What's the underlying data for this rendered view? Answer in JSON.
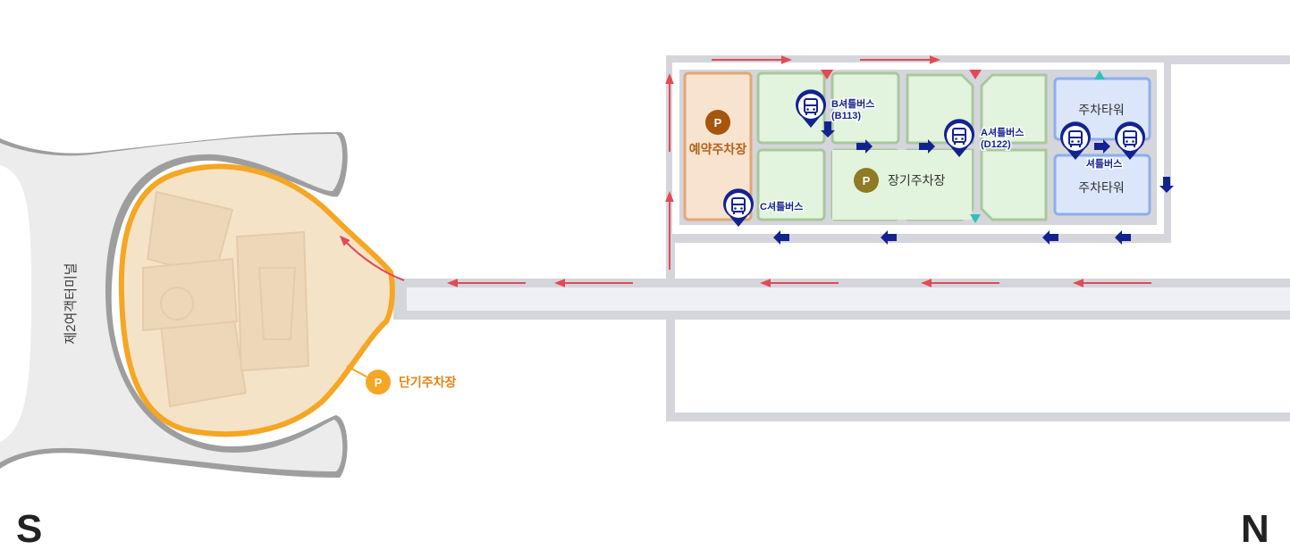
{
  "compass": {
    "south": "S",
    "north": "N"
  },
  "terminal": {
    "label": "제2여객터미널"
  },
  "parking": {
    "short_term": "단기주차장",
    "long_term": "장기주차장",
    "reservation": "예약주차장",
    "tower_top": "주차타워",
    "tower_bottom": "주차타워",
    "marker_letter": "P"
  },
  "shuttle_stops": {
    "b_name": "B셔틀버스",
    "b_code": "(B113)",
    "a_name": "A셔틀버스",
    "a_code": "(D122)",
    "c_name": "C셔틀버스",
    "tower_name": "셔틀버스"
  },
  "colors": {
    "road": "#d4d6dc",
    "road_inner": "#eef0f5",
    "terminal_fill": "#ececed",
    "terminal_outline": "#9e9e9e",
    "short_term_orange": "#f5a623",
    "short_term_fill": "#f5e3c8",
    "long_term_fill": "#e2f4dd",
    "long_term_border": "#a9c79d",
    "reservation_fill": "#f8e3cf",
    "reservation_border": "#e3a775",
    "tower_fill": "#dbe6fb",
    "tower_border": "#8eaeea",
    "bus_navy": "#12238f",
    "arrow_red": "#e24a55",
    "teal": "#2fc0bd",
    "long_term_p": "#8f7a25",
    "reservation_p": "#a5560e",
    "reservation_text": "#b4621a"
  }
}
